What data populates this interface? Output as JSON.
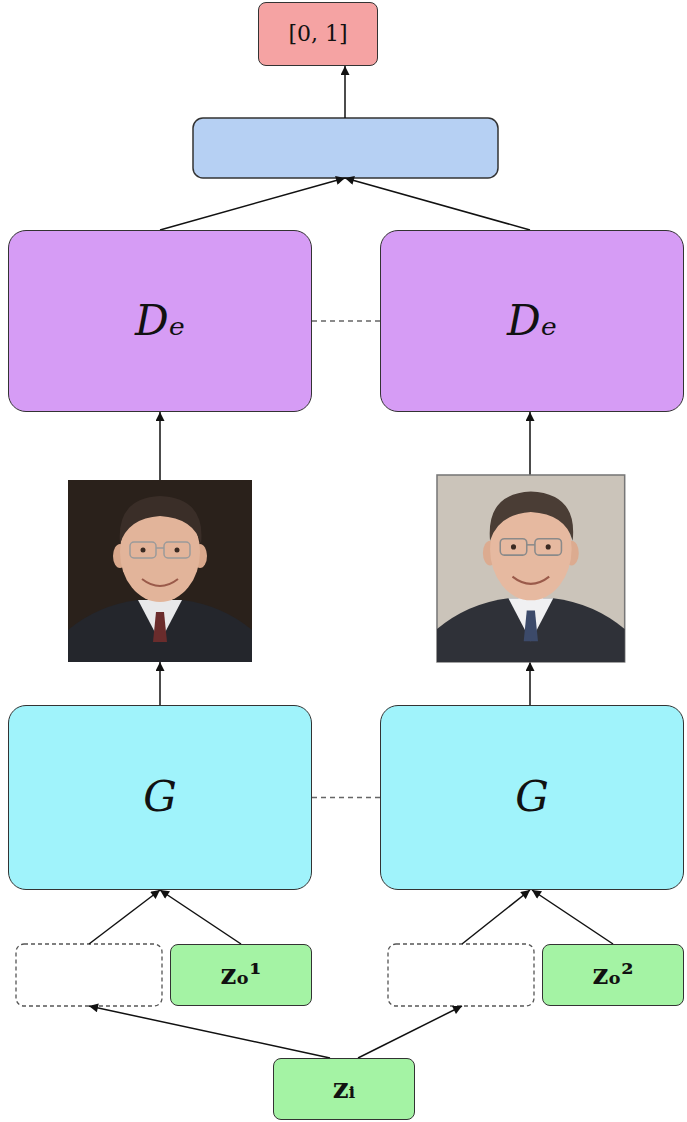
{
  "diagram": {
    "nodes": [
      {
        "text": [
          "[0, 1]"
        ]
      },
      {
        "text": [
          "Dₑ"
        ]
      },
      {
        "text": [
          "Dₑ"
        ]
      },
      {
        "text": [
          "G"
        ]
      },
      {
        "text": [
          "G"
        ]
      },
      {
        "text": [
          "zₒ¹"
        ]
      },
      {
        "text": [
          "zₒ²"
        ]
      },
      {
        "text": [
          "zᵢ"
        ]
      }
    ],
    "edges": [
      {
        "from": 1,
        "to": 2,
        "arrow": "none"
      },
      {
        "from": 3,
        "to": 4,
        "arrow": "none"
      },
      {
        "from": 5,
        "to": 3,
        "arrow": "to"
      },
      {
        "from": 6,
        "to": 4,
        "arrow": "to"
      }
    ]
  }
}
